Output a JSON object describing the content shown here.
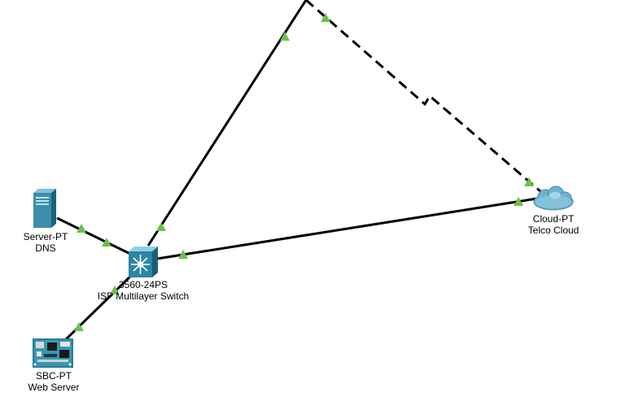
{
  "devices": {
    "server": {
      "model": "Server-PT",
      "name": "DNS",
      "icon": "server-icon"
    },
    "switch": {
      "model": "3560-24PS",
      "name": "ISP Multilayer Switch",
      "icon": "multilayer-switch-icon"
    },
    "sbc": {
      "model": "SBC-PT",
      "name": "Web Server",
      "icon": "sbc-board-icon"
    },
    "cloud": {
      "model": "Cloud-PT",
      "name": "Telco Cloud",
      "icon": "cloud-icon"
    }
  },
  "links": [
    {
      "from": "server",
      "to": "switch",
      "type": "copper-straight",
      "status": "up"
    },
    {
      "from": "switch",
      "to": "sbc",
      "type": "copper-straight",
      "status": "up"
    },
    {
      "from": "switch",
      "to": "cloud",
      "type": "copper-straight",
      "status": "up"
    },
    {
      "from": "switch",
      "to": "offscreen-device",
      "type": "copper-straight",
      "status": "up"
    },
    {
      "from": "offscreen-device",
      "to": "cloud",
      "type": "serial-dce",
      "status": "up"
    }
  ],
  "colors": {
    "link": "#000000",
    "link_up_indicator": "#6cc04a",
    "device_teal": "#2a7f97"
  }
}
